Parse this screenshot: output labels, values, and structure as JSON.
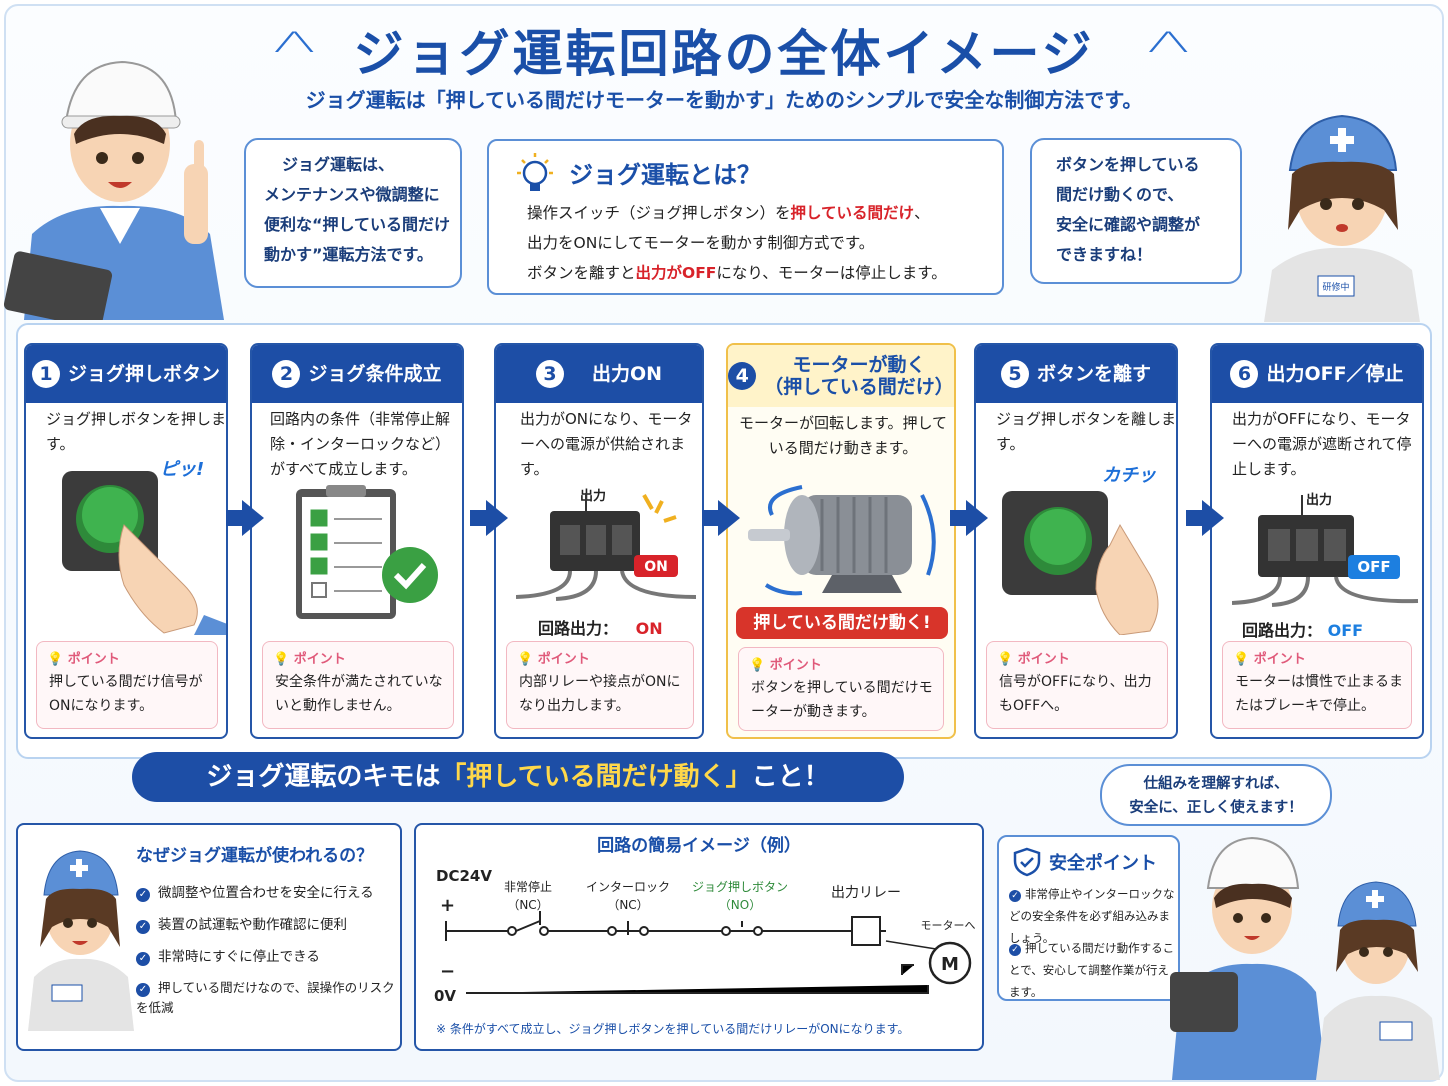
{
  "header": {
    "title": "ジョグ運転回路の全体イメージ",
    "subtitle": "ジョグ運転は「押している間だけモーターを動かす」ためのシンプルで安全な制御方法です。"
  },
  "left_bubble": [
    "ジョグ運転は、",
    "メンテナンスや微調整に",
    "便利な“押している間だけ",
    "動かす”運転方法です。"
  ],
  "right_bubble": [
    "ボタンを押している",
    "間だけ動くので、",
    "安全に確認や調整が",
    "できますね！"
  ],
  "badges": {
    "trainee": "研修中"
  },
  "what": {
    "title": "ジョグ運転とは？",
    "l1a": "操作スイッチ（ジョグ押しボタン）を",
    "l1b": "押している間だけ",
    "l1c": "、",
    "l2": "出力をONにしてモーターを動かす制御方式です。",
    "l3a": "ボタンを離すと",
    "l3b": "出力がOFF",
    "l3c": "になり、モーターは停止します。"
  },
  "steps": [
    {
      "num": "1",
      "title": "ジョグ押しボタン",
      "desc": "ジョグ押しボタンを押します。",
      "sfx": "ピッ!",
      "point_label": "ポイント",
      "point": "押している間だけ信号がONになります。"
    },
    {
      "num": "2",
      "title": "ジョグ条件成立",
      "desc": "回路内の条件（非常停止解除・インターロックなど）がすべて成立します。",
      "point_label": "ポイント",
      "point": "安全条件が満たされていないと動作しません。"
    },
    {
      "num": "3",
      "title": "出力ON",
      "desc": "出力がONになり、モーターへの電源が供給されます。",
      "relay_label": "出力",
      "tag": "ON",
      "out_label": "回路出力：",
      "out_value": "ON",
      "point_label": "ポイント",
      "point": "内部リレーや接点がONになり出力します。"
    },
    {
      "num": "4",
      "title_l1": "モーターが動く",
      "title_l2": "（押している間だけ）",
      "desc": "モーターが回転します。押している間だけ動きます。",
      "banner": "押している間だけ動く!",
      "point_label": "ポイント",
      "point": "ボタンを押している間だけモーターが動きます。"
    },
    {
      "num": "5",
      "title": "ボタンを離す",
      "desc": "ジョグ押しボタンを離します。",
      "sfx": "カチッ",
      "point_label": "ポイント",
      "point": "信号がOFFになり、出力もOFFへ。"
    },
    {
      "num": "6",
      "title": "出力OFF／停止",
      "desc": "出力がOFFになり、モーターへの電源が遮断されて停止します。",
      "relay_label": "出力",
      "tag": "OFF",
      "out_label": "回路出力：",
      "out_value": "OFF",
      "point_label": "ポイント",
      "point": "モーターは慣性で止まるまたはブレーキで停止。"
    }
  ],
  "kimo": {
    "a": "ジョグ運転のキモは",
    "b": "「押している間だけ動く」",
    "c": "こと！"
  },
  "why": {
    "title": "なぜジョグ運転が使われるの？",
    "items": [
      "微調整や位置合わせを安全に行える",
      "装置の試運転や動作確認に便利",
      "非常時にすぐに停止できる",
      "押している間だけなので、誤操作のリスクを低減"
    ]
  },
  "circuit": {
    "title": "回路の簡易イメージ（例）",
    "dc24": "DC24V",
    "plus": "+",
    "minus": "−",
    "ov": "0V",
    "sw1": "非常停止",
    "sw1nc": "（NC）",
    "sw2": "インターロック",
    "sw2nc": "（NC）",
    "sw3": "ジョグ押しボタン",
    "sw3no": "（NO）",
    "relay": "出力リレー",
    "motor_to": "モーターへ",
    "motor": "M",
    "note": "※ 条件がすべて成立し、ジョグ押しボタンを押している間だけリレーがONになります。"
  },
  "top_right_bubble": [
    "仕組みを理解すれば、",
    "安全に、正しく使えます！"
  ],
  "safety": {
    "title": "安全ポイント",
    "items": [
      "非常停止やインターロックなどの安全条件を必ず組み込みましょう。",
      "押している間だけ動作することで、安心して調整作業が行えます。"
    ]
  },
  "colors": {
    "primary": "#1d4ea6",
    "accent_red": "#d8232a",
    "highlight": "#ffd84a",
    "ok_green": "#3aa043"
  }
}
